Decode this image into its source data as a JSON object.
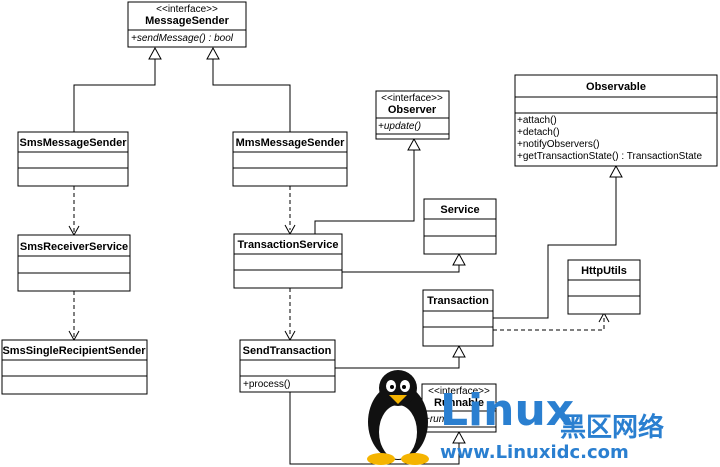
{
  "classes": {
    "message_sender": {
      "stereotype": "<<interface>>",
      "name": "MessageSender",
      "methods": [
        "+sendMessage() : bool"
      ]
    },
    "sms_message_sender": {
      "name": "SmsMessageSender"
    },
    "mms_message_sender": {
      "name": "MmsMessageSender"
    },
    "sms_receiver_service": {
      "name": "SmsReceiverService"
    },
    "sms_single_recipient_sender": {
      "name": "SmsSingleRecipientSender"
    },
    "observer": {
      "stereotype": "<<interface>>",
      "name": "Observer",
      "methods": [
        "+update()"
      ]
    },
    "observable": {
      "name": "Observable",
      "methods": [
        "+attach()",
        "+detach()",
        "+notifyObservers()",
        "+getTransactionState() : TransactionState"
      ]
    },
    "service": {
      "name": "Service"
    },
    "transaction_service": {
      "name": "TransactionService"
    },
    "http_utils": {
      "name": "HttpUtils"
    },
    "transaction": {
      "name": "Transaction"
    },
    "send_transaction": {
      "name": "SendTransaction",
      "methods": [
        "+process()"
      ]
    },
    "runnable": {
      "stereotype": "<<interface>>",
      "name": "Runnable",
      "methods": [
        "+run()"
      ]
    }
  },
  "watermark": {
    "brand": "Linux",
    "chinese": "黑区网络",
    "url": "www.Linuxidc.com",
    "color": "#2a7fd0"
  }
}
